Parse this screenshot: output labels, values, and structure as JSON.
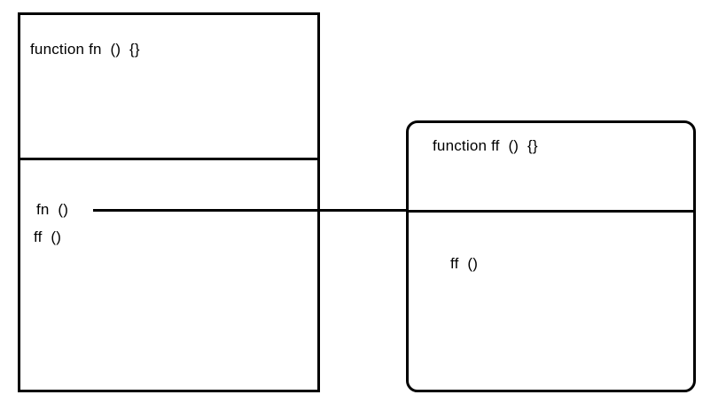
{
  "diagram": {
    "type": "call-relationship-diagram",
    "background_color": "#ffffff",
    "stroke_color": "#000000",
    "boxes": [
      {
        "id": "fn",
        "shape": "rectangle",
        "corners": "square",
        "signature": "function fn  ()  {}",
        "calls": [
          "fn  ()",
          "ff  ()"
        ]
      },
      {
        "id": "ff",
        "shape": "rectangle",
        "corners": "rounded",
        "signature": "function ff  ()  {}",
        "calls": [
          "ff  ()"
        ]
      }
    ],
    "connector": {
      "from": "fn-call-fn",
      "to": "ff-box",
      "style": "solid-line"
    }
  }
}
